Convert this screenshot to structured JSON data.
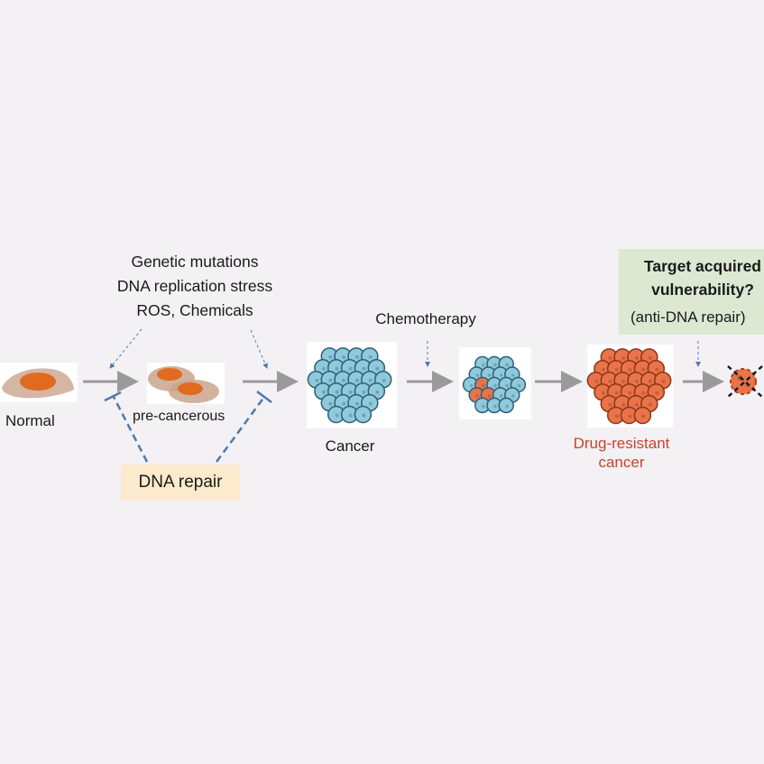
{
  "causes": {
    "line1": "Genetic mutations",
    "line2": "DNA replication stress",
    "line3": "ROS, Chemicals"
  },
  "stages": {
    "normal": "Normal",
    "precancerous": "pre-cancerous",
    "cancer": "Cancer",
    "drug_resistant_line1": "Drug-resistant",
    "drug_resistant_line2": "cancer"
  },
  "treatment": {
    "chemotherapy": "Chemotherapy"
  },
  "repair": {
    "label": "DNA repair"
  },
  "target": {
    "title_line1": "Target acquired",
    "title_line2": "vulnerability?",
    "subtitle": "(anti-DNA repair)"
  },
  "colors": {
    "background": "#f3f1f3",
    "arrow": "#9a9a9a",
    "dashed_blue": "#4f79ad",
    "cell_blue": "#8fc9db",
    "cell_orange": "#e9744a",
    "resistant_text": "#c8442b",
    "repair_box": "#fbeacb",
    "target_box": "#dde8d2"
  }
}
